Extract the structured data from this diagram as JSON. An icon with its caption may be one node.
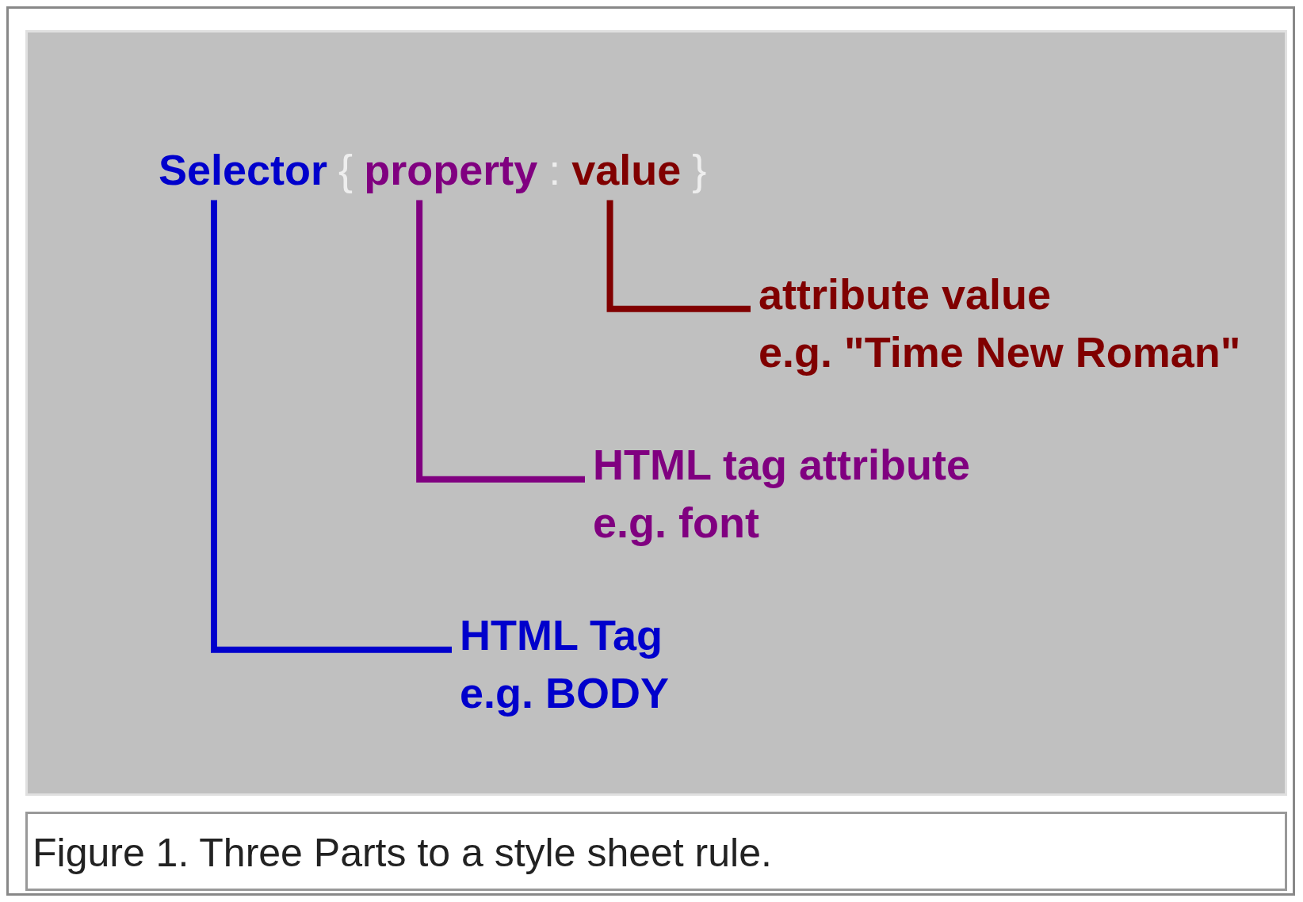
{
  "diagram": {
    "caption": "Figure 1. Three Parts to a style sheet rule.",
    "nodes": [
      {
        "text": [
          "Selector"
        ]
      },
      {
        "text": [
          "property"
        ]
      },
      {
        "text": [
          "value"
        ]
      },
      {
        "text": [
          "attribute value",
          "e.g. \"Time New Roman\""
        ]
      },
      {
        "text": [
          "HTML tag attribute",
          "e.g. font"
        ]
      },
      {
        "text": [
          "HTML Tag",
          "e.g. BODY"
        ]
      }
    ],
    "edges": [
      {
        "from": 3,
        "to": 2,
        "arrow": "none",
        "color": "#800000"
      },
      {
        "from": 4,
        "to": 1,
        "arrow": "none",
        "color": "#800080"
      },
      {
        "from": 5,
        "to": 0,
        "arrow": "none",
        "color": "#0000cc"
      }
    ],
    "labels": [
      "{",
      ":",
      "}"
    ]
  }
}
